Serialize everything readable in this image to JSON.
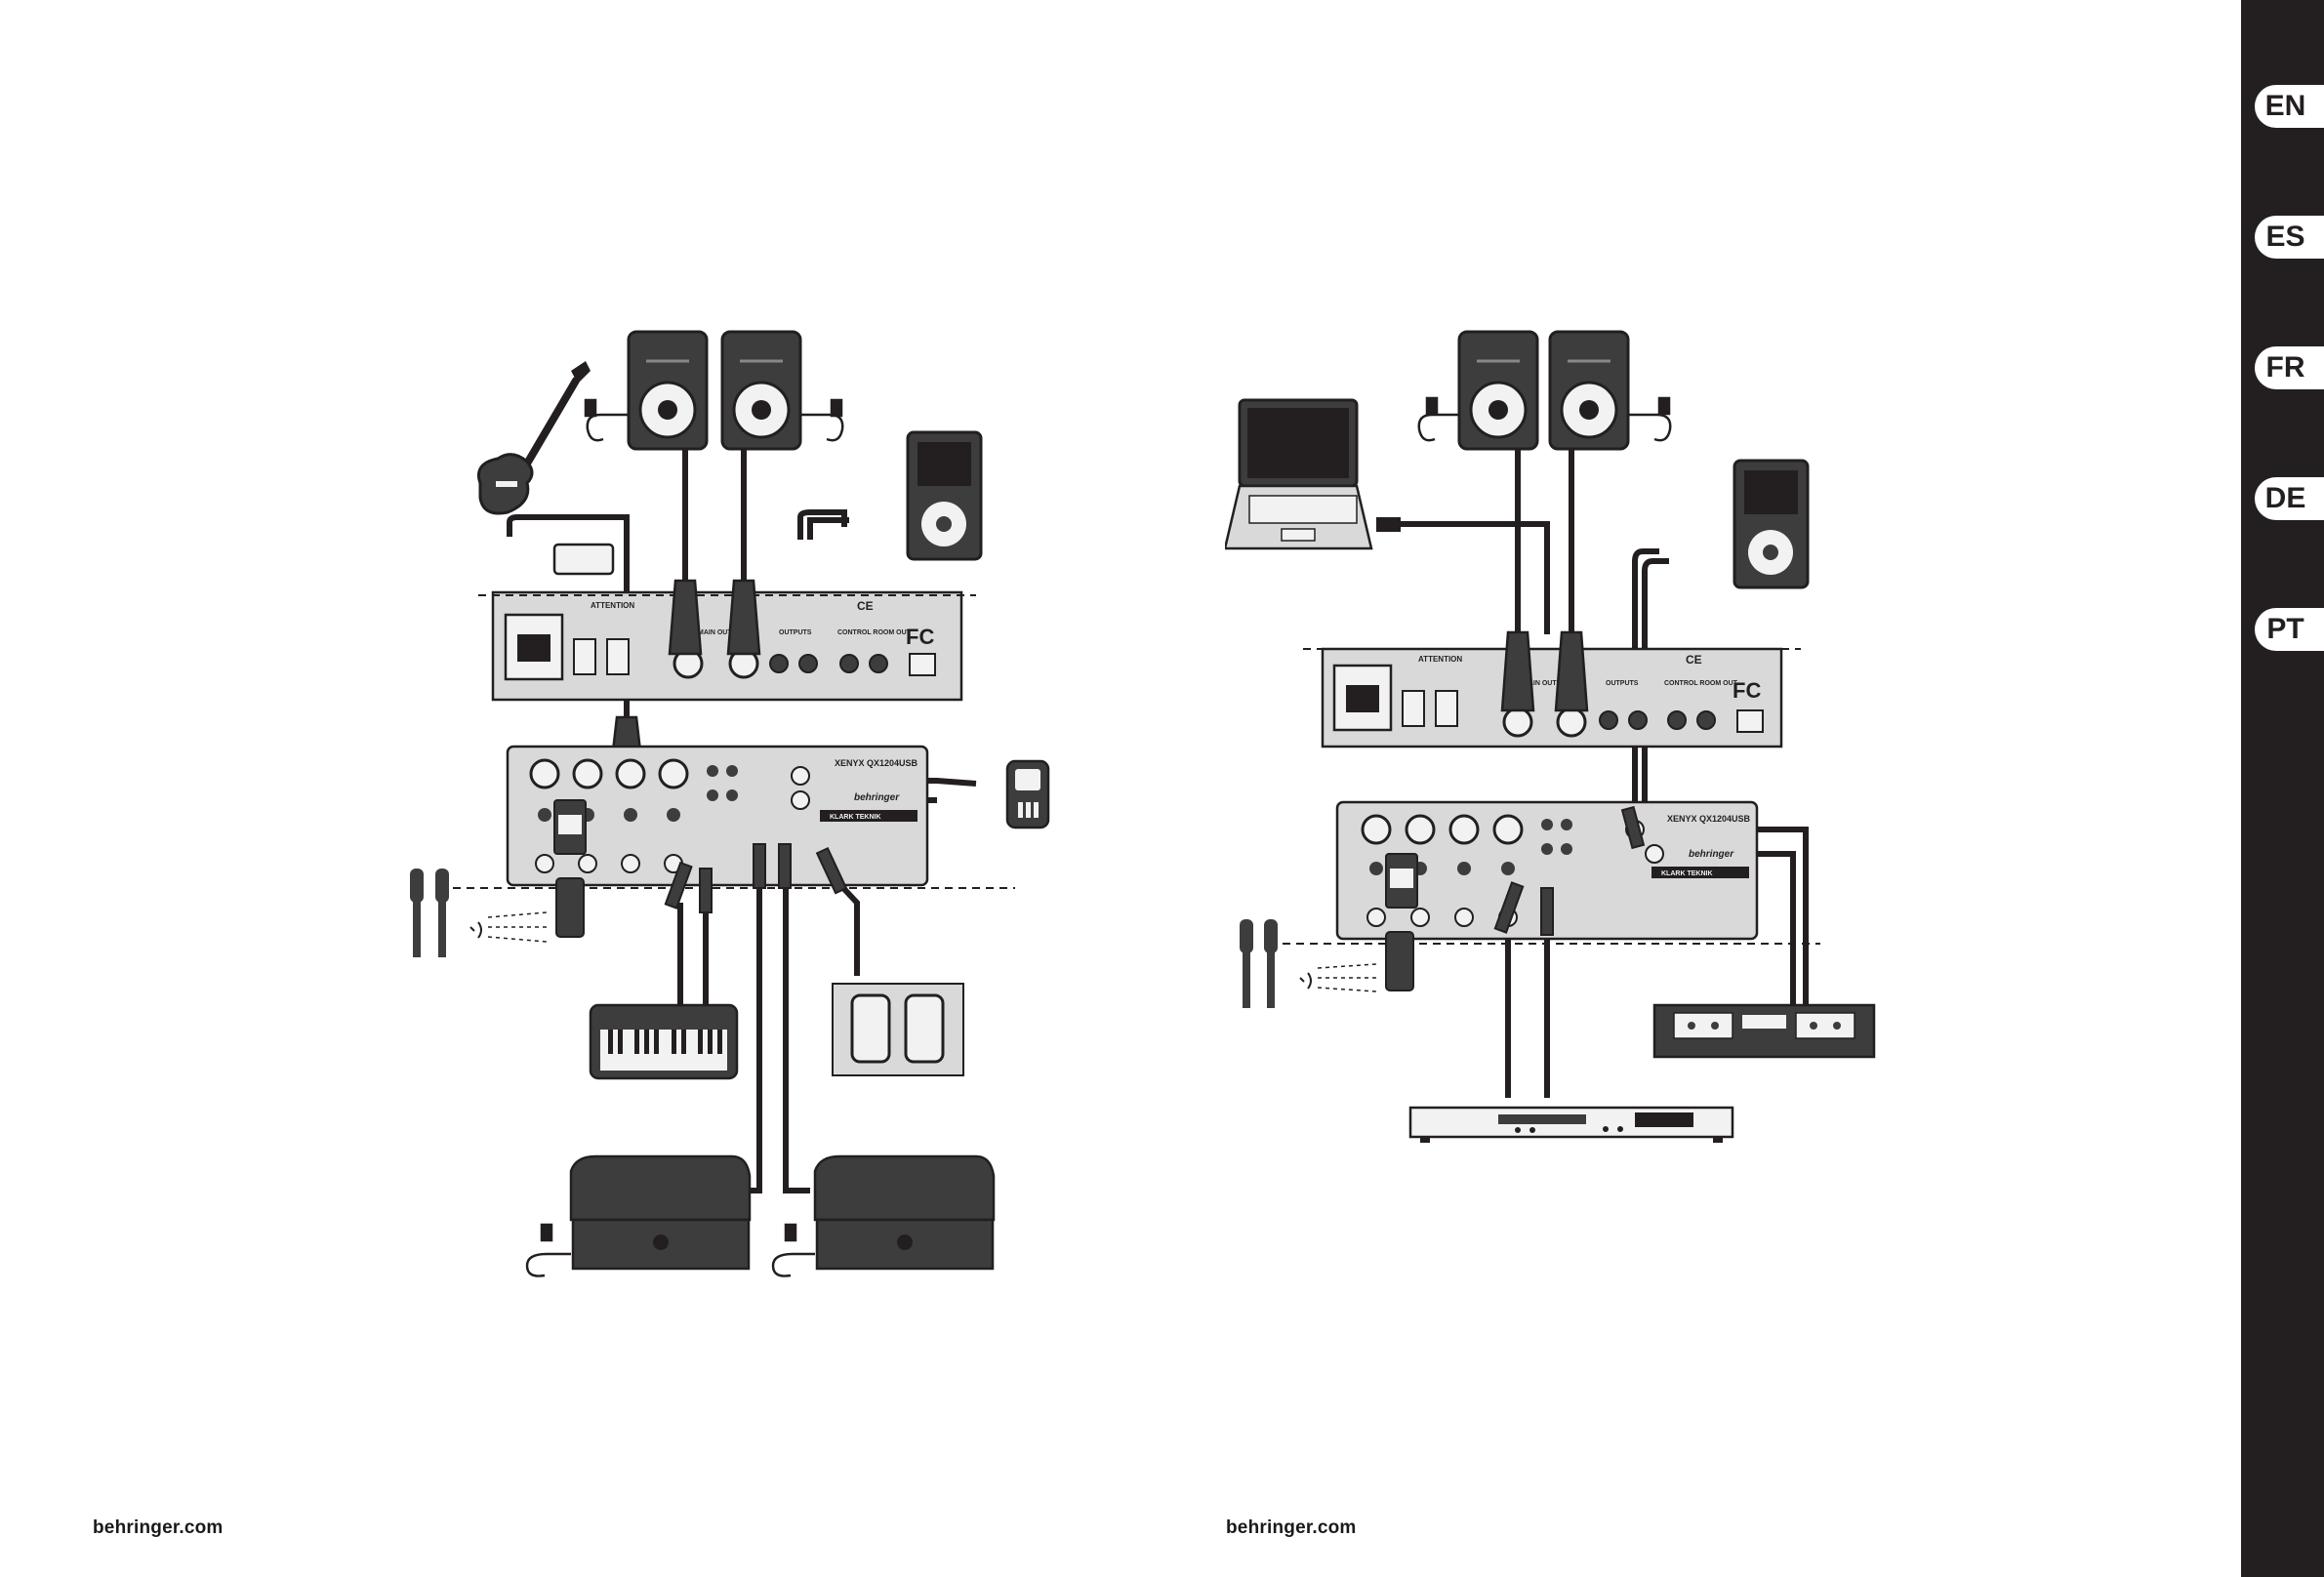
{
  "footer": {
    "left_url": "behringer.com",
    "right_url": "behringer.com"
  },
  "language_tabs": [
    "EN",
    "ES",
    "FR",
    "DE",
    "PT"
  ],
  "rear_panel": {
    "attention_label": "ATTENTION",
    "main_outputs_label": "MAIN OUTPUTS",
    "outputs_label": "OUTPUTS",
    "control_room_label": "CONTROL ROOM OUT",
    "fcc_mark": "FC",
    "ce_mark": "CE"
  },
  "mixer": {
    "model_label": "XENYX QX1204USB",
    "brand_label": "behringer",
    "klark_label": "KLARK TEKNIK"
  },
  "colors": {
    "line_art": "#231f20",
    "panel_fill": "#d9d9d9",
    "device_dark": "#3d3d3d",
    "lang_bar": "#231f20"
  }
}
